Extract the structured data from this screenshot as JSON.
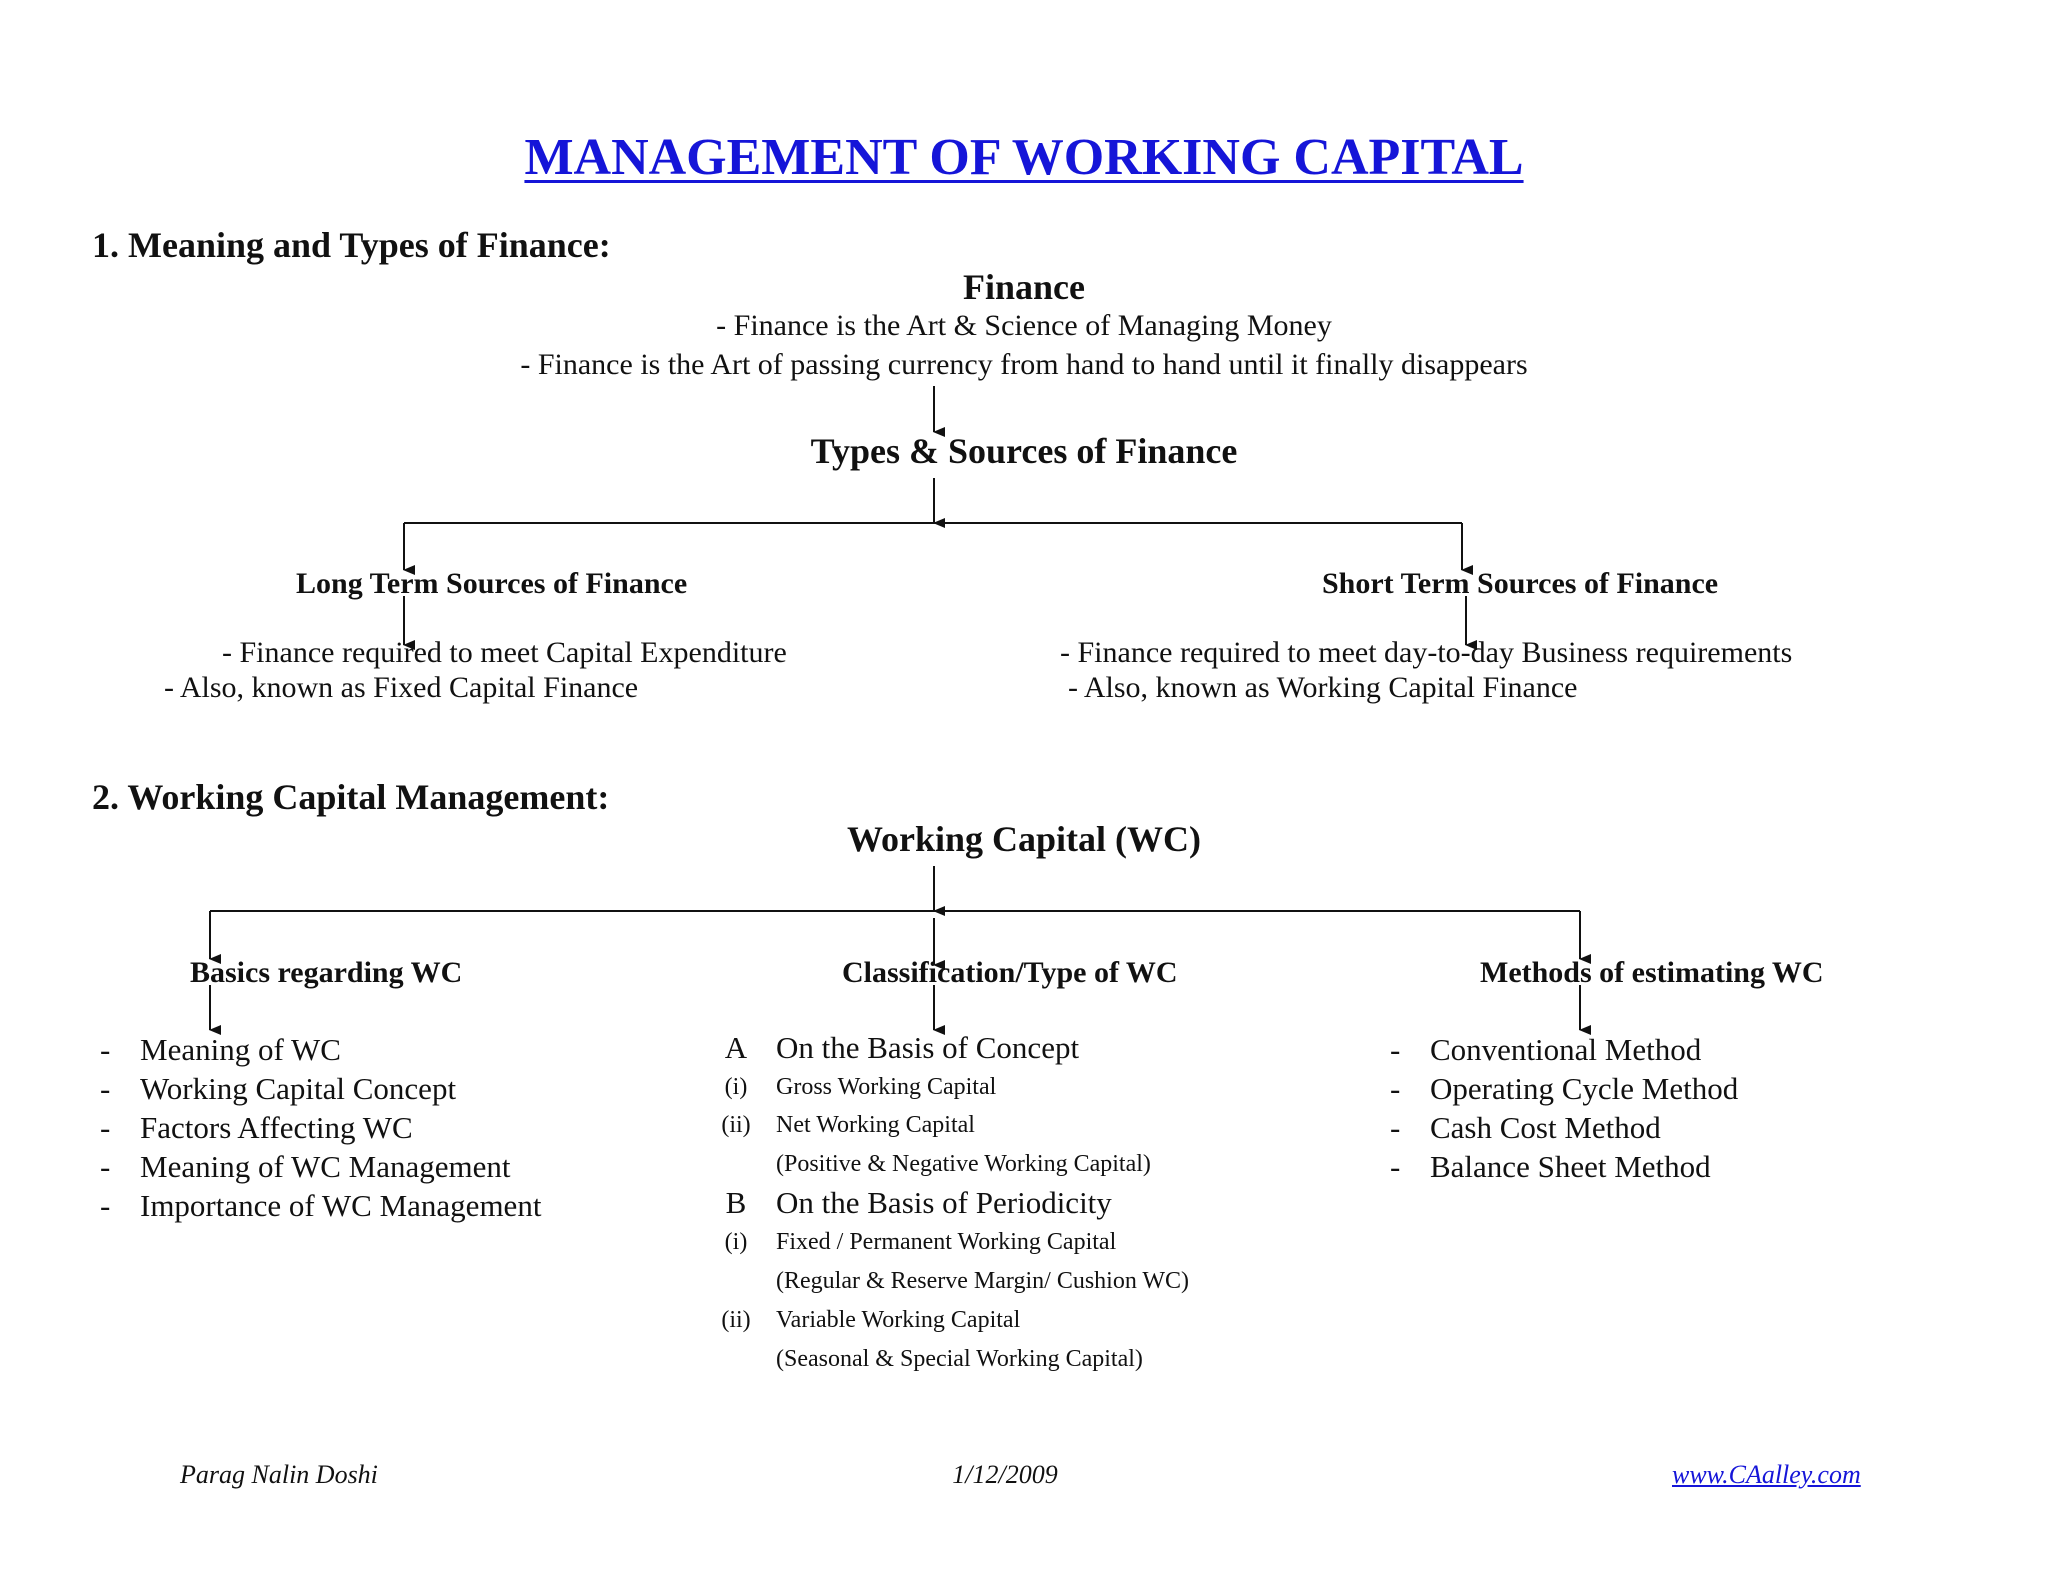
{
  "title": "MANAGEMENT OF WORKING CAPITAL",
  "section1": {
    "heading": "1. Meaning and Types of Finance:",
    "finance_title": "Finance",
    "finance_lines": [
      "-  Finance is the Art & Science of Managing Money",
      "- Finance is the Art of passing currency from hand to hand until it finally disappears"
    ],
    "types_title": "Types & Sources of Finance",
    "long_term": {
      "title": "Long Term Sources of Finance",
      "lines": [
        "- Finance required to meet Capital Expenditure",
        "- Also, known as Fixed Capital Finance"
      ]
    },
    "short_term": {
      "title": "Short Term Sources of Finance",
      "lines": [
        "- Finance required to meet day-to-day Business requirements",
        "- Also, known as Working Capital Finance"
      ]
    }
  },
  "section2": {
    "heading": "2. Working Capital Management:",
    "wc_title": "Working Capital (WC)",
    "basics": {
      "title": "Basics regarding WC",
      "items": [
        "Meaning of WC",
        "Working Capital Concept",
        "Factors Affecting WC",
        "Meaning of WC Management",
        "Importance of WC Management"
      ]
    },
    "classification": {
      "title": "Classification/Type of WC",
      "rows": [
        {
          "marker": "A",
          "text": "On the Basis of Concept",
          "size": "large"
        },
        {
          "marker": "(i)",
          "text": "Gross Working Capital",
          "size": "small"
        },
        {
          "marker": "(ii)",
          "text": "Net Working Capital",
          "size": "small"
        },
        {
          "marker": "",
          "text": "(Positive & Negative Working Capital)",
          "size": "small"
        },
        {
          "marker": "B",
          "text": "On the Basis of Periodicity",
          "size": "large"
        },
        {
          "marker": "(i)",
          "text": "Fixed / Permanent Working Capital",
          "size": "small"
        },
        {
          "marker": "",
          "text": "(Regular & Reserve Margin/ Cushion WC)",
          "size": "small"
        },
        {
          "marker": "(ii)",
          "text": "Variable Working Capital",
          "size": "small"
        },
        {
          "marker": "",
          "text": "(Seasonal & Special Working Capital)",
          "size": "small"
        }
      ]
    },
    "methods": {
      "title": "Methods of estimating WC",
      "items": [
        "Conventional Method",
        "Operating Cycle Method",
        "Cash Cost Method",
        "Balance Sheet Method"
      ]
    }
  },
  "footer": {
    "author": "Parag Nalin Doshi",
    "date": "1/12/2009",
    "website": "www.CAalley.com"
  },
  "colors": {
    "title": "#1515d8",
    "link": "#1515d8",
    "text": "#111111"
  }
}
